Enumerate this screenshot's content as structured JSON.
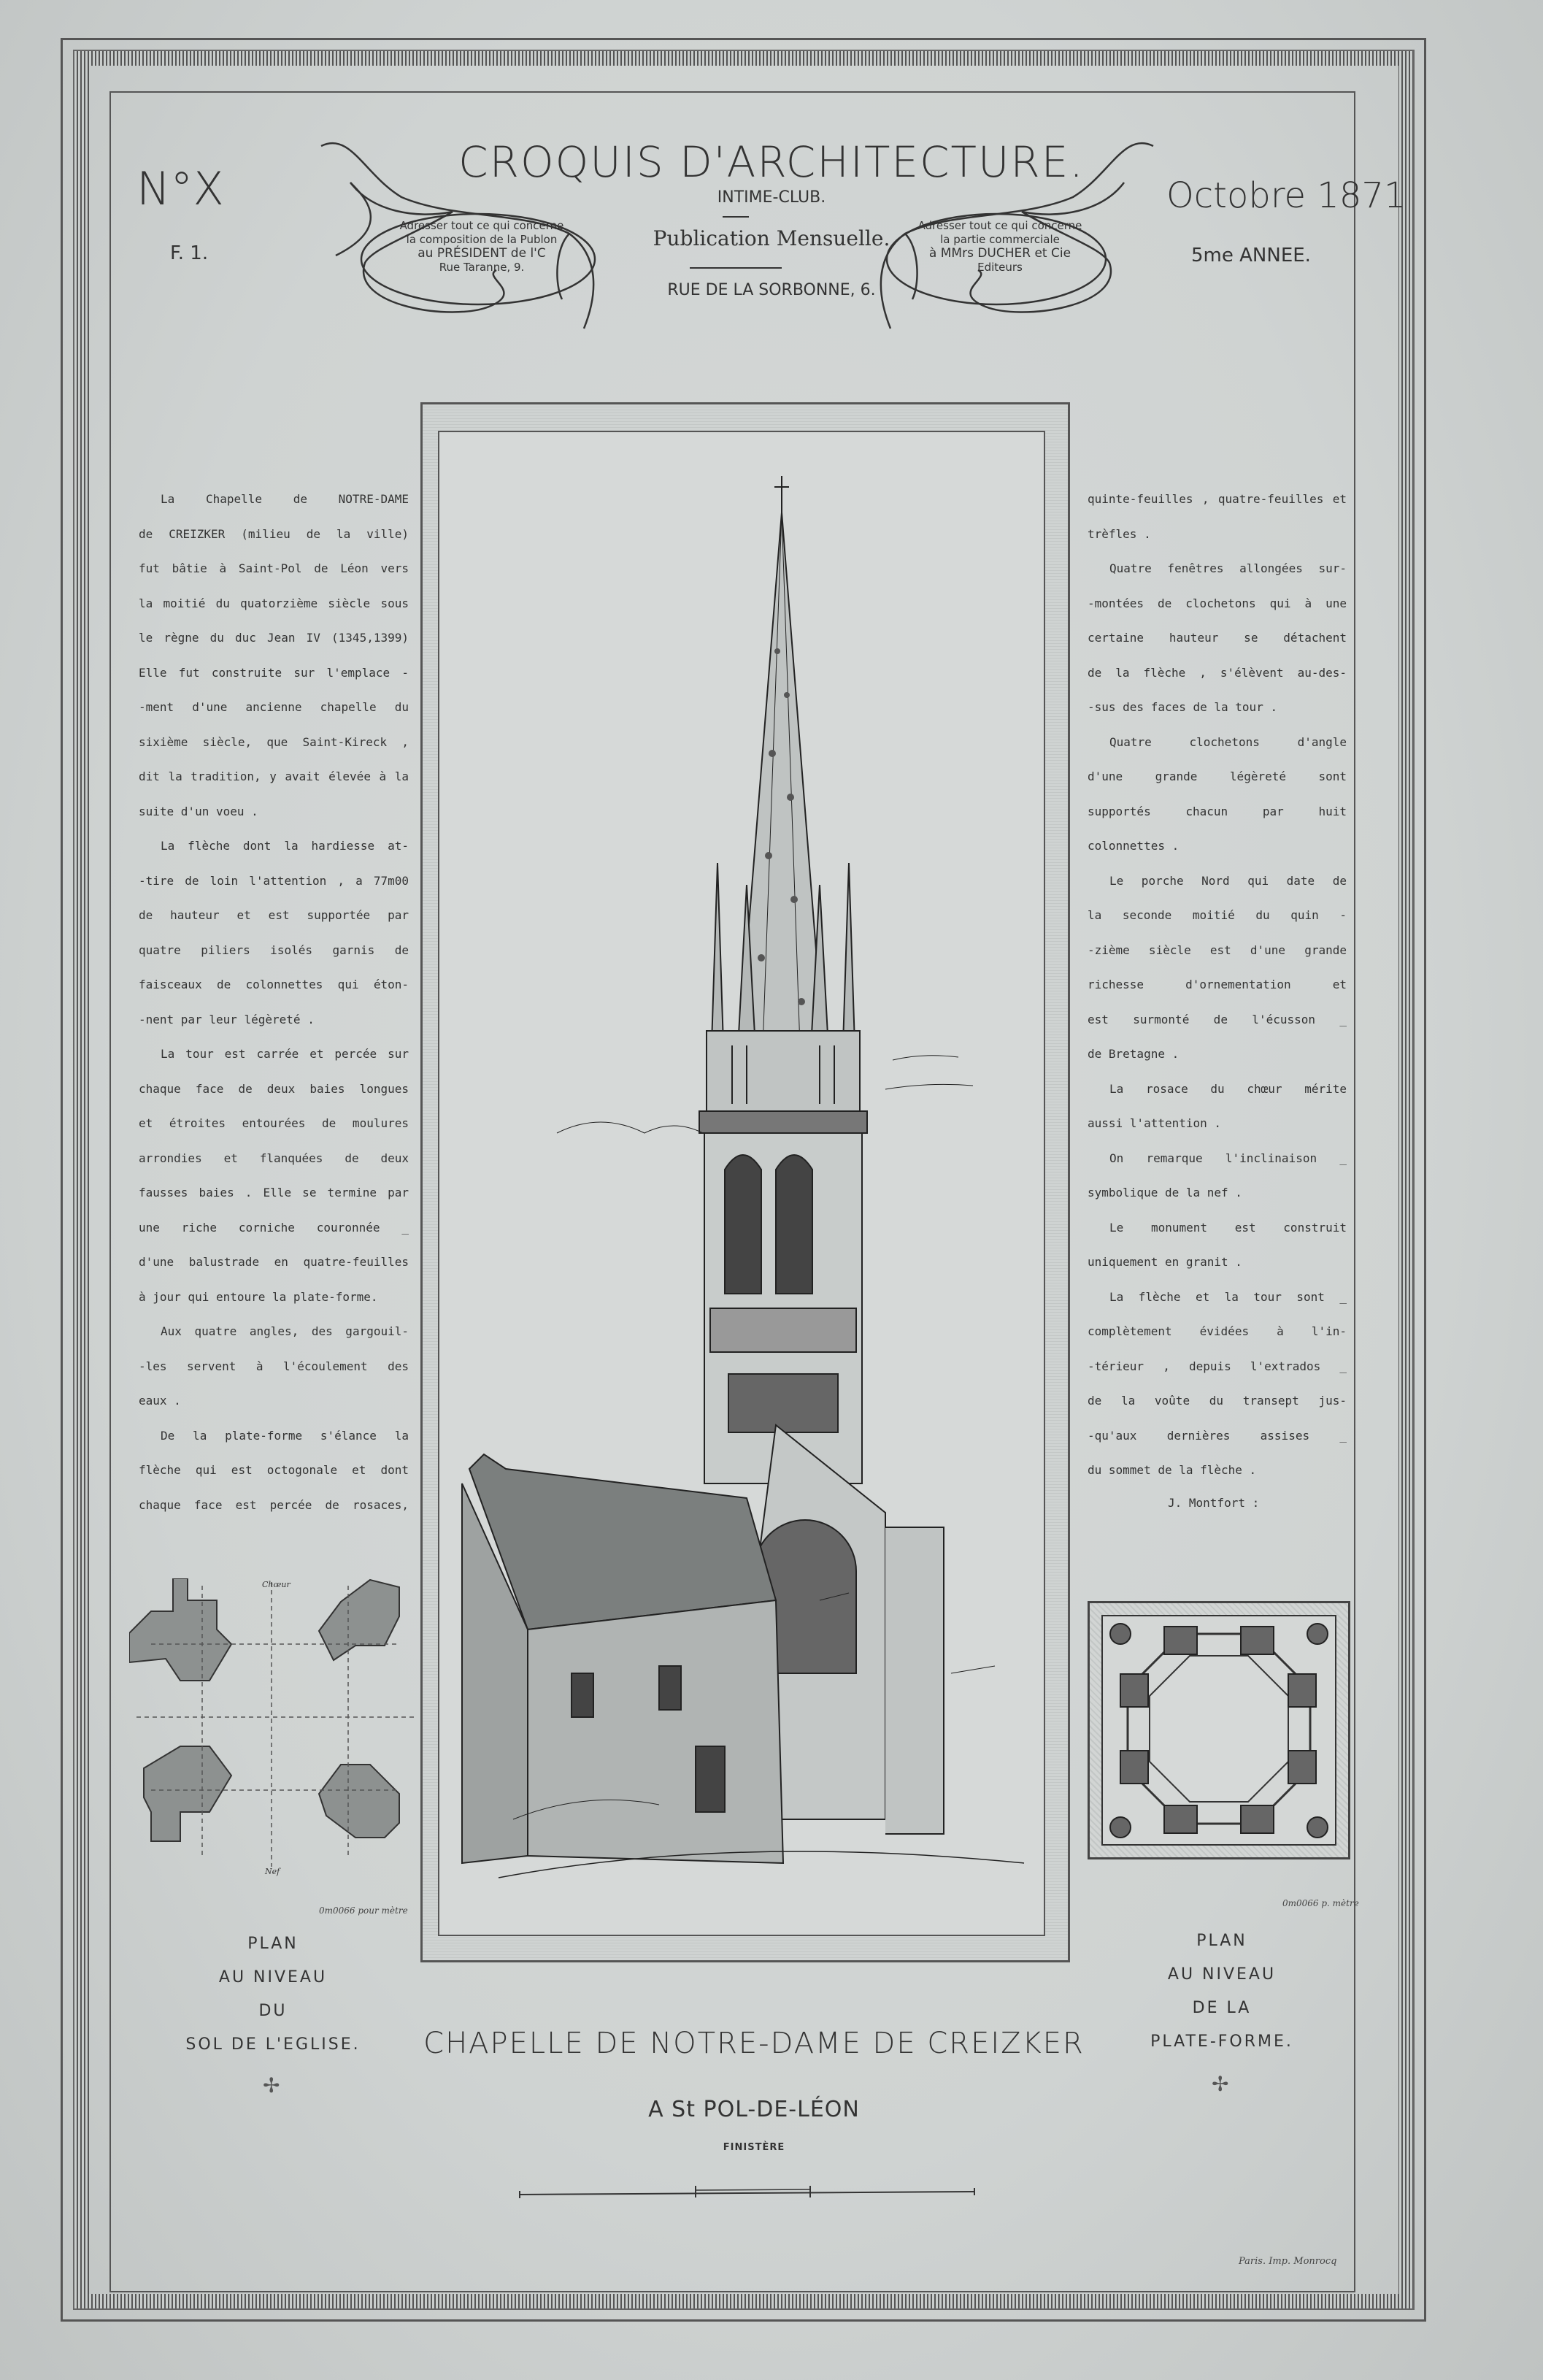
{
  "header": {
    "number": "N°X",
    "folio": "F. 1.",
    "title": "CROQUIS D'ARCHITECTURE.",
    "club": "INTIME-CLUB.",
    "publication": "Publication Mensuelle.",
    "address": "RUE DE LA SORBONNE, 6.",
    "date": "Octobre 1871",
    "year": "5me ANNEE.",
    "left_cartouche": [
      "Adresser tout ce qui concerne",
      "la composition de la Publon",
      "au PRÉSIDENT de l'C",
      "Rue Taranne, 9."
    ],
    "right_cartouche": [
      "Adresser tout ce qui concerne",
      "la partie commerciale",
      "à MMrs DUCHER et Cie",
      "Editeurs"
    ]
  },
  "left_text": [
    {
      "t": "La Chapelle de NOTRE-DAME",
      "i": true
    },
    {
      "t": "de CREIZKER (milieu de la ville)"
    },
    {
      "t": "fut bâtie à Saint-Pol de Léon vers"
    },
    {
      "t": "la moitié du quatorzième siècle sous"
    },
    {
      "t": "le règne du duc Jean IV (1345,1399)"
    },
    {
      "t": "Elle fut construite sur l'emplace -"
    },
    {
      "t": "-ment d'une ancienne chapelle du"
    },
    {
      "t": "sixième siècle, que Saint-Kireck ,"
    },
    {
      "t": "dit la tradition, y avait élevée à la"
    },
    {
      "t": "suite d'un voeu .",
      "l": true
    },
    {
      "t": "La flèche dont la hardiesse at-",
      "i": true
    },
    {
      "t": "-tire de loin l'attention , a 77m00"
    },
    {
      "t": "de hauteur et est supportée par"
    },
    {
      "t": "quatre piliers isolés garnis de"
    },
    {
      "t": "faisceaux de colonnettes qui éton-"
    },
    {
      "t": "-nent par leur légèreté .",
      "l": true
    },
    {
      "t": "La tour est carrée et percée sur",
      "i": true
    },
    {
      "t": "chaque face de deux baies longues"
    },
    {
      "t": "et étroites entourées de moulures"
    },
    {
      "t": "arrondies et flanquées de deux"
    },
    {
      "t": "fausses baies . Elle se termine par"
    },
    {
      "t": "une riche corniche couronnée _"
    },
    {
      "t": "d'une balustrade en quatre-feuilles"
    },
    {
      "t": "à jour qui entoure la plate-forme.",
      "l": true
    },
    {
      "t": "Aux quatre angles, des gargouil-",
      "i": true
    },
    {
      "t": "-les servent à l'écoulement des"
    },
    {
      "t": "eaux .",
      "l": true
    },
    {
      "t": "De la plate-forme s'élance la",
      "i": true
    },
    {
      "t": "flèche qui est octogonale et dont"
    },
    {
      "t": "chaque face est percée de rosaces,"
    }
  ],
  "right_text": [
    {
      "t": "quinte-feuilles , quatre-feuilles et"
    },
    {
      "t": "trèfles .",
      "l": true
    },
    {
      "t": "Quatre fenêtres allongées sur-",
      "i": true
    },
    {
      "t": "-montées de clochetons qui à une"
    },
    {
      "t": "certaine hauteur se détachent"
    },
    {
      "t": "de la flèche , s'élèvent au-des-"
    },
    {
      "t": "-sus des faces de la tour .",
      "l": true
    },
    {
      "t": "Quatre clochetons d'angle",
      "i": true
    },
    {
      "t": "d'une grande légèreté sont"
    },
    {
      "t": "supportés chacun par huit"
    },
    {
      "t": "colonnettes .",
      "l": true
    },
    {
      "t": "Le porche Nord qui date de",
      "i": true
    },
    {
      "t": "la seconde moitié du quin -"
    },
    {
      "t": "-zième siècle est d'une grande"
    },
    {
      "t": "richesse d'ornementation et"
    },
    {
      "t": "est surmonté de l'écusson _"
    },
    {
      "t": "de Bretagne .",
      "l": true
    },
    {
      "t": "La rosace du chœur mérite",
      "i": true
    },
    {
      "t": "aussi l'attention .",
      "l": true
    },
    {
      "t": "On remarque l'inclinaison _",
      "i": true
    },
    {
      "t": "symbolique de la nef .",
      "l": true
    },
    {
      "t": "Le monument est construit",
      "i": true
    },
    {
      "t": "uniquement en granit .",
      "l": true
    },
    {
      "t": "La flèche et la tour sont _",
      "i": true
    },
    {
      "t": "complètement évidées à l'in-"
    },
    {
      "t": "-térieur , depuis l'extrados _"
    },
    {
      "t": "de la voûte du transept jus-"
    },
    {
      "t": "-qu'aux dernières assises _"
    },
    {
      "t": "du sommet de la flèche .",
      "l": true
    }
  ],
  "signature": "J. Montfort :",
  "left_plan": {
    "scale": "0m0066 pour mètre",
    "label": [
      "PLAN",
      "AU NIVEAU",
      "DU",
      "SOL DE L'EGLISE."
    ],
    "marks": [
      "Chœur",
      "Nef"
    ]
  },
  "right_plan": {
    "scale": "0m0066 p. mètre",
    "label": [
      "PLAN",
      "AU NIVEAU",
      "DE LA",
      "PLATE-FORME."
    ]
  },
  "caption": {
    "title": "CHAPELLE DE NOTRE-DAME DE CREIZKER",
    "place": "A St POL-DE-LÉON",
    "region": "FINISTÈRE"
  },
  "printer": "Paris. Imp. Monrocq"
}
